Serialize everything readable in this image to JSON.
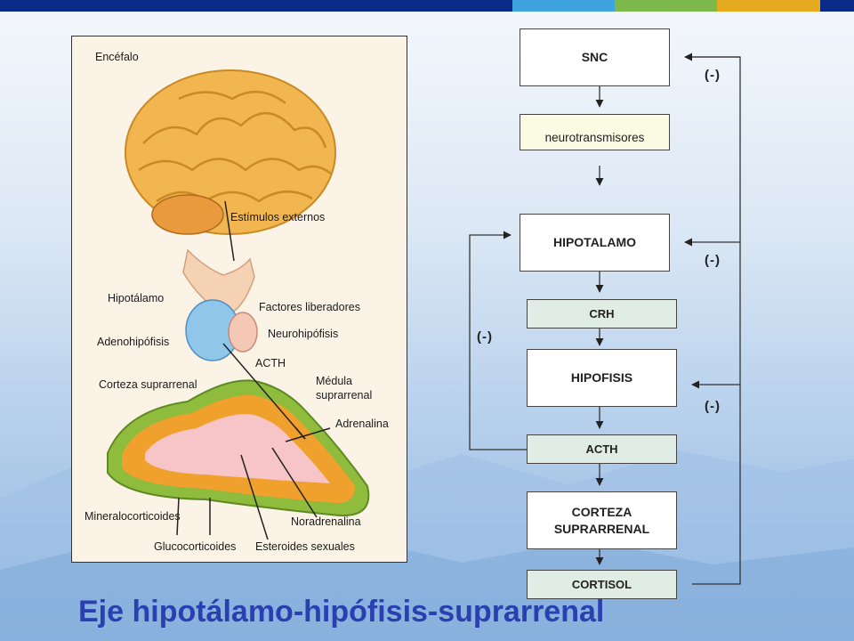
{
  "colors": {
    "bar_navy": "#0a2a8a",
    "bar_sky": "#3fa3df",
    "bar_green": "#7cb84a",
    "bar_gold": "#e6aa1e",
    "title_blue": "#2a3fb0"
  },
  "title": "Eje hipotálamo-hipófisis-suprarrenal",
  "figure": {
    "labels": {
      "encefalo": "Encéfalo",
      "estimulos": "Estímulos externos",
      "hipotalamo": "Hipotálamo",
      "factores": "Factores liberadores",
      "adenohipofisis": "Adenohipófisis",
      "neurohipofisis": "Neurohipófisis",
      "acth": "ACTH",
      "corteza": "Corteza suprarrenal",
      "medula_1": "Médula",
      "medula_2": "suprarrenal",
      "adrenalina": "Adrenalina",
      "mineralocorticoides": "Mineralocorticoides",
      "noradrenalina": "Noradrenalina",
      "glucocorticoides": "Glucocorticoides",
      "esteroides": "Esteroides sexuales"
    }
  },
  "flow": {
    "snc": "SNC",
    "neurotransmisores": "neurotransmisores",
    "hipotalamo": "HIPOTALAMO",
    "crh": "CRH",
    "hipofisis": "HIPOFISIS",
    "acth": "ACTH",
    "corteza_1": "CORTEZA",
    "corteza_2": "SUPRARRENAL",
    "cortisol": "CORTISOL",
    "negative_1": "(-)",
    "negative_2": "(-)",
    "negative_3": "(-)",
    "negative_4": "(-)"
  }
}
